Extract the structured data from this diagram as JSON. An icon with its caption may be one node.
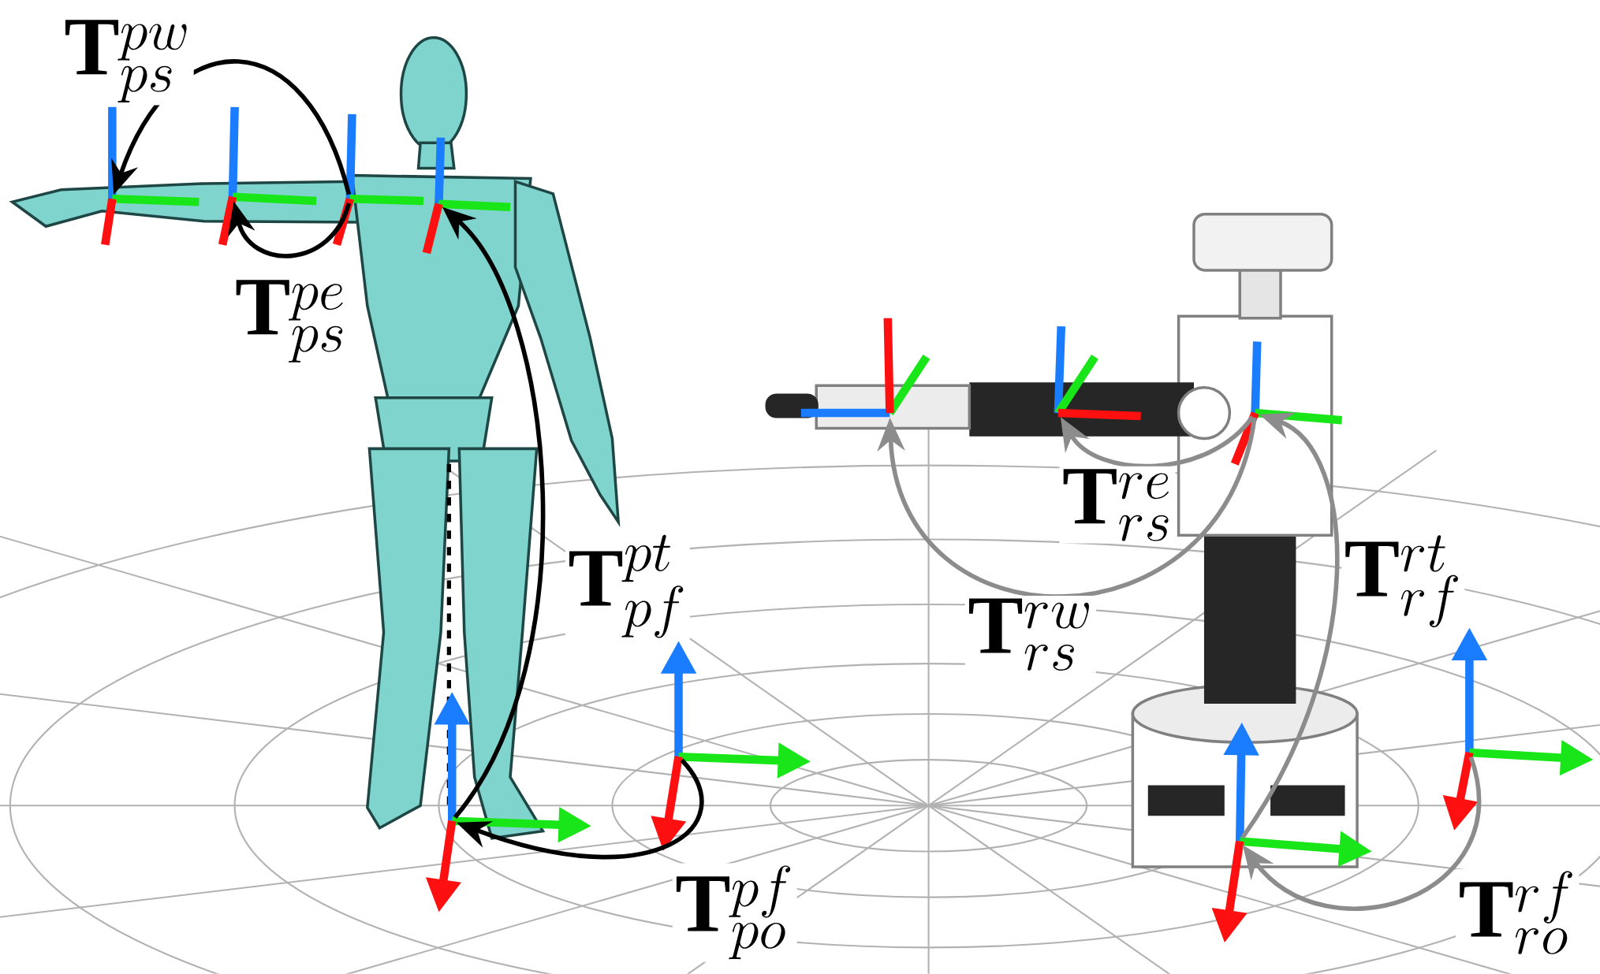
{
  "diagram": {
    "nodes": [
      {
        "text": [],
        "shape": "axes"
      },
      {
        "text": [],
        "shape": "axes"
      },
      {
        "text": [],
        "shape": "axes"
      },
      {
        "text": [],
        "shape": "axes"
      },
      {
        "text": [],
        "shape": "axes"
      },
      {
        "text": [],
        "shape": "axes"
      },
      {
        "text": [],
        "shape": "axes"
      },
      {
        "text": [],
        "shape": "axes"
      },
      {
        "text": [],
        "shape": "axes"
      },
      {
        "text": [],
        "shape": "axes"
      },
      {
        "text": [],
        "shape": "axes"
      }
    ],
    "edges": [
      {
        "from": 2,
        "to": 0,
        "arrow": "to",
        "label": "\\mathbf{T}^{pw}_{ps}"
      },
      {
        "from": 2,
        "to": 1,
        "arrow": "to",
        "label": "\\mathbf{T}^{pe}_{ps}"
      },
      {
        "from": 4,
        "to": 3,
        "arrow": "to",
        "label": "\\mathbf{T}^{pt}_{pf}"
      },
      {
        "from": 5,
        "to": 4,
        "arrow": "to",
        "label": "\\mathbf{T}^{pf}_{po}"
      },
      {
        "from": 8,
        "to": 6,
        "arrow": "to",
        "label": "\\mathbf{T}^{rw}_{rs}",
        "color": "#8c8c8c"
      },
      {
        "from": 8,
        "to": 7,
        "arrow": "to",
        "label": "\\mathbf{T}^{re}_{rs}",
        "color": "#8c8c8c"
      },
      {
        "from": 9,
        "to": 8,
        "arrow": "to",
        "label": "\\mathbf{T}^{rt}_{rf}",
        "color": "#8c8c8c"
      },
      {
        "from": 10,
        "to": 9,
        "arrow": "to",
        "label": "\\mathbf{T}^{rf}_{ro}",
        "color": "#8c8c8c"
      }
    ]
  }
}
